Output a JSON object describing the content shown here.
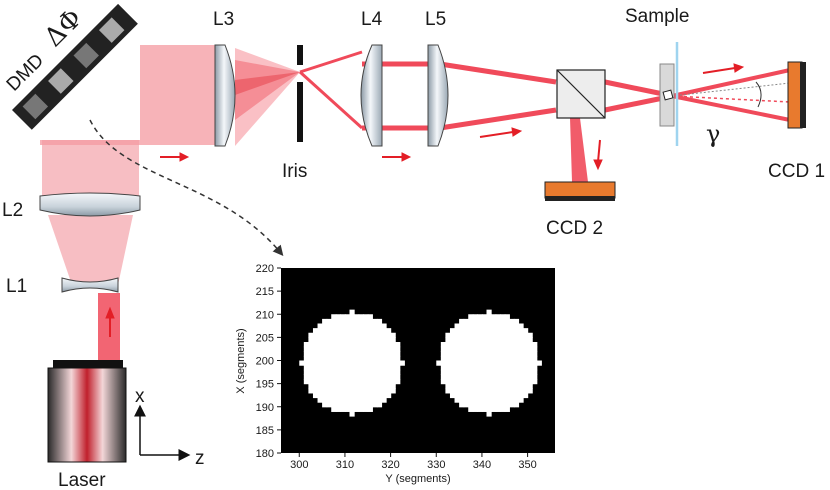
{
  "labels": {
    "dmd": "DMD",
    "delta_phi": "ΔΦ",
    "l1": "L1",
    "l2": "L2",
    "l3": "L3",
    "l4": "L4",
    "l5": "L5",
    "iris": "Iris",
    "sample": "Sample",
    "ccd1": "CCD 1",
    "ccd2": "CCD 2",
    "laser": "Laser",
    "gamma": "γ",
    "axis_x": "x",
    "axis_z": "z"
  },
  "colors": {
    "beam": "#f04a5a",
    "beam_light": "#f6b3b8",
    "ccd": "#e87a2e",
    "lens_light": "#e8eef3",
    "lens_dark": "#a9b6c1",
    "arrow": "#e31e26"
  },
  "chart_data": {
    "type": "heatmap",
    "title": "",
    "xlabel": "Y (segments)",
    "ylabel": "X (segments)",
    "xlim": [
      296,
      356
    ],
    "ylim": [
      180,
      220
    ],
    "xticks": [
      "300",
      "310",
      "320",
      "330",
      "340",
      "350"
    ],
    "yticks": [
      "220",
      "215",
      "210",
      "205",
      "200",
      "195",
      "190",
      "185",
      "180"
    ],
    "background": "black",
    "foreground": "white",
    "circles": [
      {
        "center_y": 311.5,
        "center_x": 199.5,
        "radius": 11
      },
      {
        "center_y": 341.5,
        "center_x": 199.5,
        "radius": 11
      }
    ]
  }
}
